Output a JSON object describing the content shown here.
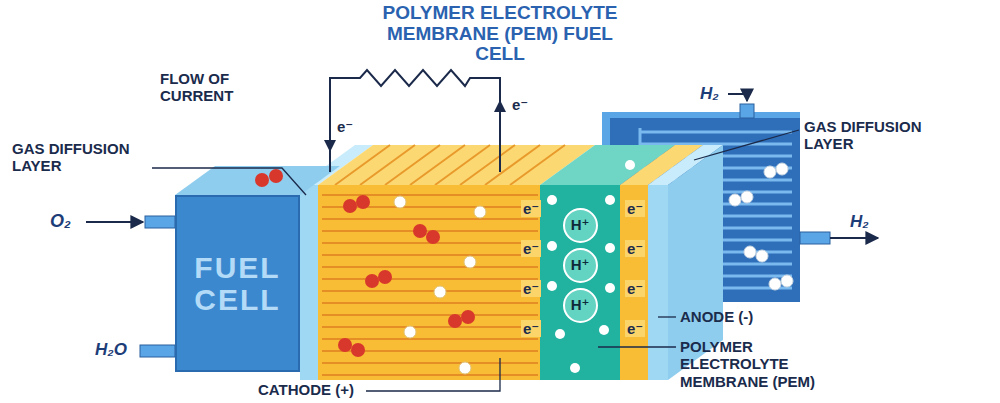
{
  "diagram": {
    "title": "POLYMER ELECTROLYTE MEMBRANE (PEM) FUEL CELL",
    "nodes": [
      {
        "text": [
          "FUEL CELL"
        ]
      },
      {
        "text": [
          "H⁺"
        ]
      },
      {
        "text": [
          "H⁺"
        ]
      },
      {
        "text": [
          "H⁺"
        ]
      }
    ],
    "labels": [
      "FLOW OF CURRENT",
      "e⁻",
      "e⁻",
      "GAS DIFFUSION LAYER",
      "GAS DIFFUSION LAYER",
      "O₂",
      "H₂",
      "H₂",
      "H₂O",
      "e⁻",
      "e⁻",
      "e⁻",
      "e⁻",
      "e⁻",
      "e⁻",
      "e⁻",
      "e⁻",
      "ANODE (-)",
      "POLYMER ELECTROLYTE MEMBRANE (PEM)",
      "CATHODE (+)"
    ]
  }
}
